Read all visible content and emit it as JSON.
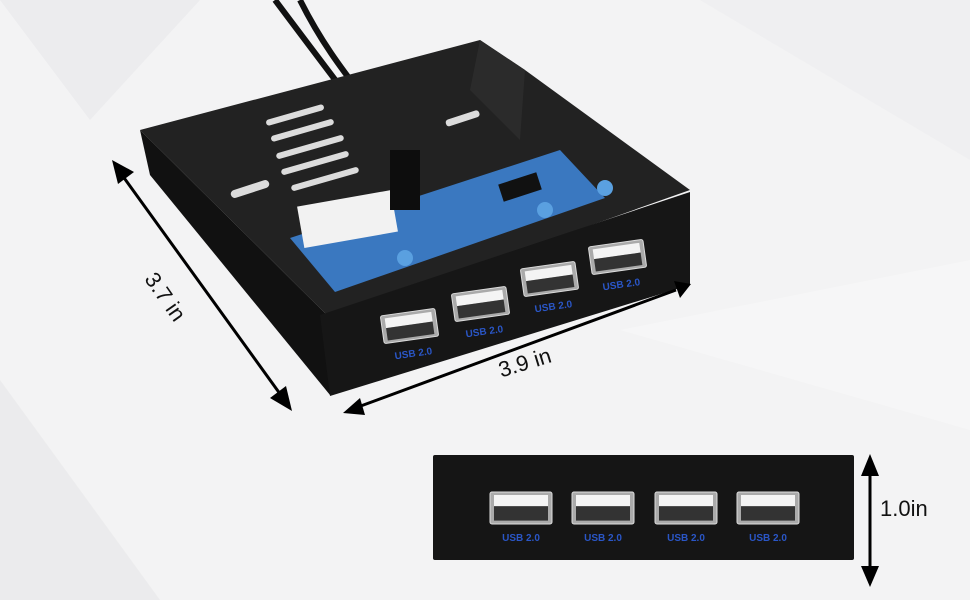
{
  "dimensions": {
    "depth": "3.7 in",
    "width": "3.9 in",
    "height": "1.0in"
  },
  "port_label": "USB 2.0",
  "port_count": 4,
  "colors": {
    "background": "#f3f3f4",
    "bracket": "#1a1a1a",
    "pcb": "#3a78c0",
    "port_label": "#2a56c6"
  }
}
